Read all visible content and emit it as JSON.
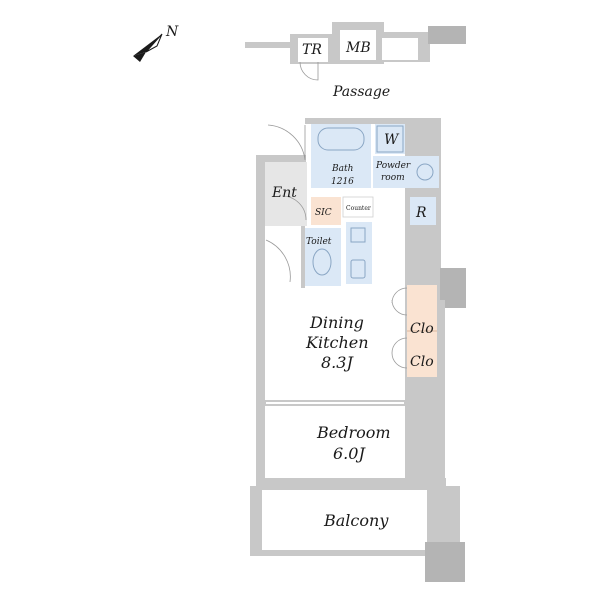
{
  "compass": {
    "label": "N",
    "icon": "north-arrow-icon"
  },
  "rooms": {
    "tr": "TR",
    "mb": "MB",
    "passage": "Passage",
    "w": "W",
    "bath_line1": "Bath",
    "bath_line2": "1216",
    "powder_line1": "Powder",
    "powder_line2": "room",
    "ent": "Ent",
    "sic": "SIC",
    "counter": "Counter",
    "r": "R",
    "toilet": "Toilet",
    "dining_line1": "Dining",
    "dining_line2": "Kitchen",
    "dining_line3": "8.3J",
    "clo1": "Clo",
    "clo2": "Clo",
    "bedroom_line1": "Bedroom",
    "bedroom_line2": "6.0J",
    "balcony": "Balcony"
  },
  "colors": {
    "wall": "#c8c8c8",
    "wet_area": "#dbe8f6",
    "storage": "#fae3d2",
    "entrance": "#e6e6e6",
    "fixture_line": "#8aa6c4"
  }
}
